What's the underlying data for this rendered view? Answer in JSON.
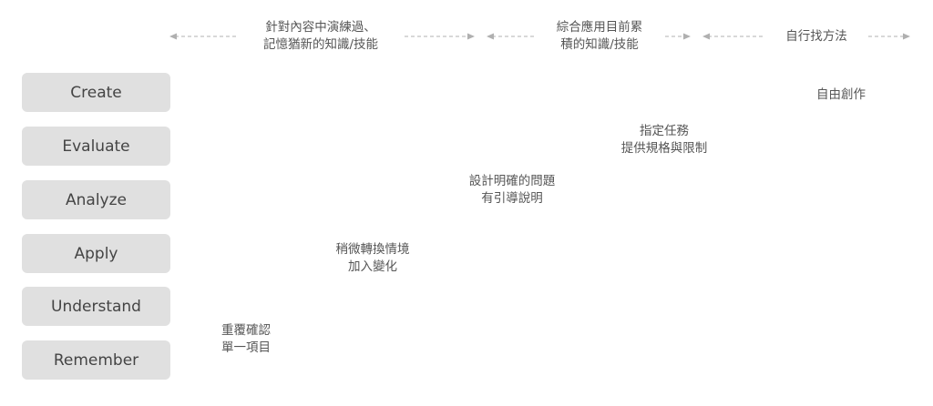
{
  "levels": [
    "Create",
    "Evaluate",
    "Analyze",
    "Apply",
    "Understand",
    "Remember"
  ],
  "headers": [
    {
      "lines": [
        "針對內容中演練過、",
        "記憶猶新的知識/技能"
      ]
    },
    {
      "lines": [
        "綜合應用目前累",
        "積的知識/技能"
      ]
    },
    {
      "lines": [
        "自行找方法"
      ]
    }
  ],
  "steps": [
    {
      "lines": [
        "重覆確認",
        "單一項目"
      ]
    },
    {
      "lines": [
        "稍微轉換情境",
        "加入變化"
      ]
    },
    {
      "lines": [
        "設計明確的問題",
        "有引導說明"
      ]
    },
    {
      "lines": [
        "指定任務",
        "提供規格與限制"
      ]
    },
    {
      "lines": [
        "自由創作"
      ]
    }
  ],
  "colors": {
    "level_bg": "#e0e0e0",
    "arrow": "#b0b0b0",
    "text": "#555555"
  }
}
